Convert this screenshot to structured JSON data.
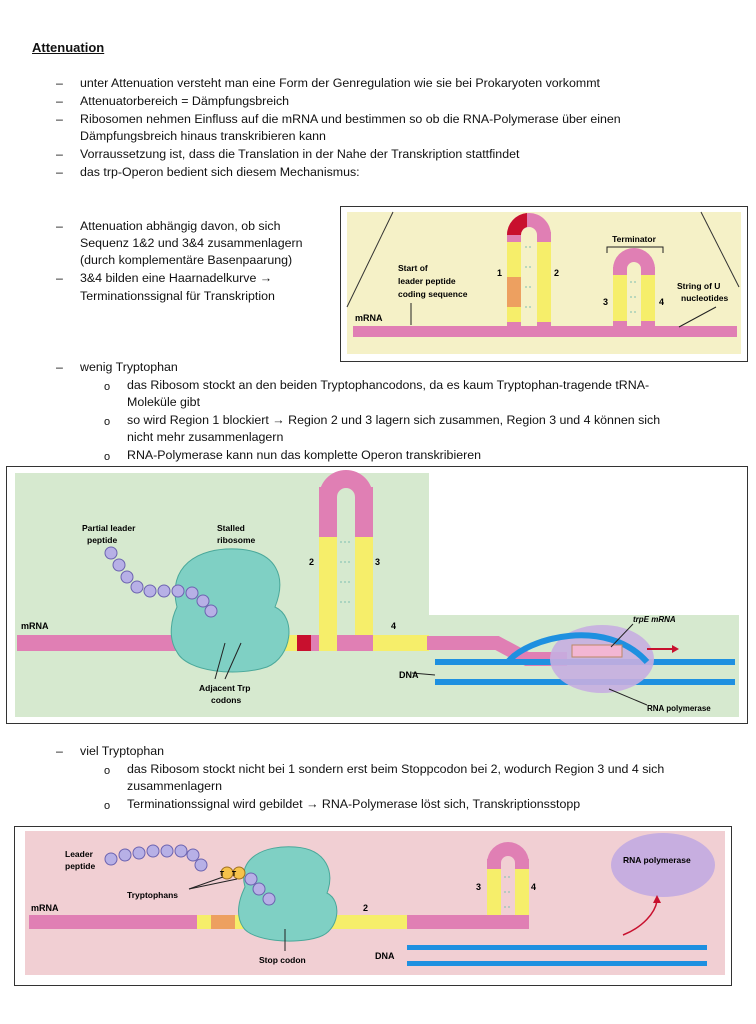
{
  "title": "Attenuation",
  "intro_bullets": [
    "unter Attenuation versteht man eine Form der Genregulation wie sie bei Prokaryoten vorkommt",
    "Attenuatorbereich = Dämpfungsbreich",
    "Ribosomen nehmen Einfluss auf die mRNA und bestimmen so ob die RNA-Polymerase über einen",
    "Dämpfungsbreich hinaus transkribieren kann",
    "Vorraussetzung ist, dass die Translation in der Nahe der Transkription stattfindet",
    "das trp-Operon bedient sich diesem Mechanismus:"
  ],
  "side_bullets": [
    "Attenuation abhängig davon, ob sich",
    "Sequenz 1&2 und 3&4 zusammenlagern",
    "(durch komplementäre Basenpaarung)",
    "3&4 bilden eine Haarnadelkurve →",
    "Terminationssignal für Transkription"
  ],
  "fig1": {
    "mrna": "mRNA",
    "start_label_1": "Start of",
    "start_label_2": "leader peptide",
    "start_label_3": "coding sequence",
    "r1": "1",
    "r2": "2",
    "r3": "3",
    "r4": "4",
    "terminator": "Terminator",
    "string_1": "String of U",
    "string_2": "nucleotides"
  },
  "low_trp": {
    "heading": "wenig Tryptophan",
    "sub1a": "das Ribosom stockt an den beiden Tryptophancodons, da es kaum Tryptophan-tragende tRNA-",
    "sub1b": "Moleküle gibt",
    "sub2a": "so wird Region 1 blockiert → Region 2 und 3 lagern sich zusammen, Region 3 und 4 können sich",
    "sub2b": "nicht mehr zusammenlagern",
    "sub3": "RNA-Polymerase kann nun das komplette Operon transkribieren"
  },
  "fig2": {
    "partial_1": "Partial leader",
    "partial_2": "peptide",
    "stalled_1": "Stalled",
    "stalled_2": "ribosome",
    "mrna": "mRNA",
    "r2": "2",
    "r3": "3",
    "r4": "4",
    "trpE": "trpE mRNA",
    "dna": "DNA",
    "adjacent_1": "Adjacent Trp",
    "adjacent_2": "codons",
    "polymerase": "RNA polymerase"
  },
  "high_trp": {
    "heading": "viel Tryptophan",
    "sub1a": "das Ribosom stockt nicht bei 1 sondern erst beim Stoppcodon bei 2, wodurch Region 3 und 4 sich",
    "sub1b": "zusammenlagern",
    "sub2": "Terminationssignal wird gebildet → RNA-Polymerase löst sich, Transkriptionsstopp"
  },
  "fig3": {
    "leader_1": "Leader",
    "leader_2": "peptide",
    "tryptophans": "Tryptophans",
    "t": "T",
    "mrna": "mRNA",
    "r2": "2",
    "r3": "3",
    "r4": "4",
    "polymerase": "RNA polymerase",
    "stop": "Stop codon",
    "dna": "DNA"
  },
  "colors": {
    "pink": "#e07fb4",
    "yellow": "#f6ee6a",
    "orange": "#eda060",
    "red": "#c8102e",
    "teal": "#7fd0c4",
    "blue": "#1e90e0",
    "green_bg": "#d6e9cf",
    "pink_bg": "#f1cfd3"
  }
}
